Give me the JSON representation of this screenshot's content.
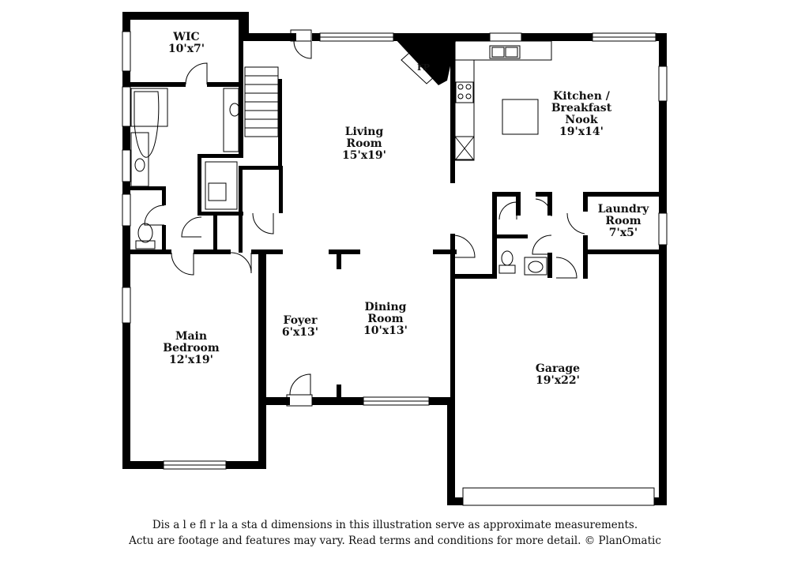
{
  "rooms": {
    "wic": {
      "name": "WIC",
      "dims": "10'x7'"
    },
    "living": {
      "name1": "Living",
      "name2": "Room",
      "dims": "15'x19'"
    },
    "kitchen": {
      "name1": "Kitchen /",
      "name2": "Breakfast",
      "name3": "Nook",
      "dims": "19'x14'"
    },
    "laundry": {
      "name1": "Laundry",
      "name2": "Room",
      "dims": "7'x5'"
    },
    "main_bedroom": {
      "name1": "Main",
      "name2": "Bedroom",
      "dims": "12'x19'"
    },
    "foyer": {
      "name": "Foyer",
      "dims": "6'x13'"
    },
    "dining": {
      "name1": "Dining",
      "name2": "Room",
      "dims": "10'x13'"
    },
    "garage": {
      "name": "Garage",
      "dims": "19'x22'"
    }
  },
  "fireplace_label": "FP",
  "disclaimer": {
    "line1": "Dis  a    l  e fl  r  la  a  sta  d dimensions in this illustration serve as approximate measurements.",
    "line2": "Actu   are footage and features may vary. Read terms and conditions for more detail. © PlanOmatic"
  }
}
